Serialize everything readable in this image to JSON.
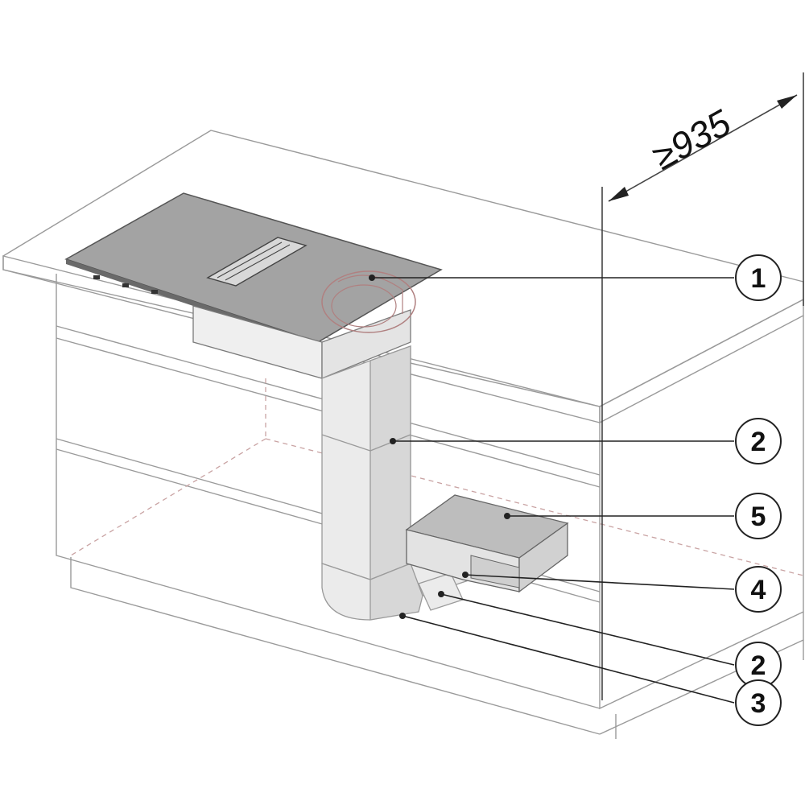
{
  "dimension": {
    "label": "≥935"
  },
  "callouts": [
    {
      "id": "callout-1",
      "label": "1"
    },
    {
      "id": "callout-2a",
      "label": "2"
    },
    {
      "id": "callout-5",
      "label": "5"
    },
    {
      "id": "callout-4",
      "label": "4"
    },
    {
      "id": "callout-2b",
      "label": "2"
    },
    {
      "id": "callout-3",
      "label": "3"
    }
  ],
  "colors": {
    "hob_surface": "#9f9f9f",
    "duct": "#ebebeb",
    "outline": "#9a9a9a",
    "hidden_line": "#c9a3a3"
  }
}
